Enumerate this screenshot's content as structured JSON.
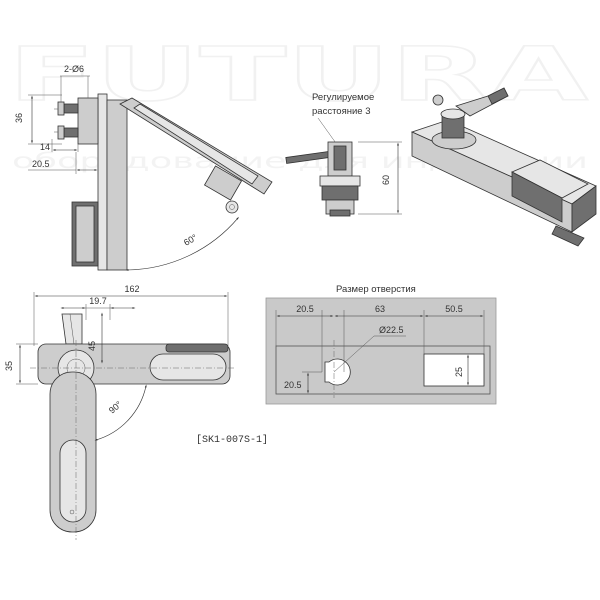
{
  "watermark": {
    "brand": "FUTURA",
    "tagline": "оборудование для индустрии"
  },
  "dims": {
    "holes": "2-Ø6",
    "h36": "36",
    "d14": "14",
    "d20_5": "20.5",
    "ang60": "60°",
    "h60": "60",
    "w162": "162",
    "w19_7": "19.7",
    "h45": "45",
    "h35": "35",
    "ang90": "90°"
  },
  "adjust": {
    "line1": "Регулируемое",
    "line2": "расстояние 3"
  },
  "cutout": {
    "title": "Размер отверстия",
    "w1": "20.5",
    "w2": "63",
    "w3": "50.5",
    "diameter": "Ø22.5",
    "h_left": "20.5",
    "h_right": "25"
  },
  "model_code": "[SK1-007S-1]",
  "colors": {
    "plate": "#c9c9c9",
    "metal": "#cdcdcd",
    "line": "#333333"
  }
}
